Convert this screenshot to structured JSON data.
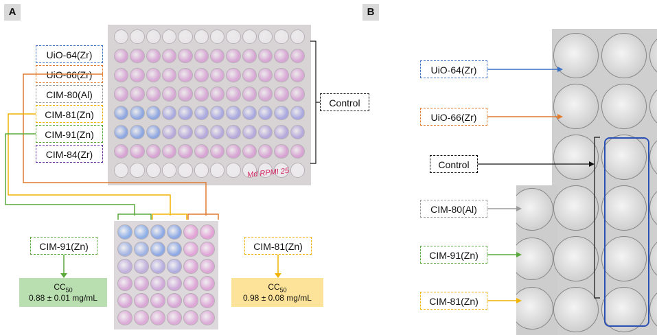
{
  "panel_a": {
    "letter": "A",
    "labels": [
      {
        "text": "UiO-64(Zr)",
        "color": "#3a6fc4"
      },
      {
        "text": "UiO-66(Zr)",
        "color": "#e07b2e"
      },
      {
        "text": "CIM-80(Al)",
        "color": "#9a9a9a"
      },
      {
        "text": "CIM-81(Zn)",
        "color": "#f0b400"
      },
      {
        "text": "CIM-91(Zn)",
        "color": "#5aa83c"
      },
      {
        "text": "CIM-84(Zr)",
        "color": "#6a2fa0"
      }
    ],
    "control": "Control",
    "plate_annotation": "Md RPMI 25",
    "cim91": {
      "label": "CIM-91(Zn)",
      "cc_label": "CC",
      "cc_sub": "50",
      "value": "0.88 ± 0.01 mg/mL",
      "color": "#5aa83c",
      "fill": "#b9deb0"
    },
    "cim81": {
      "label": "CIM-81(Zn)",
      "cc_label": "CC",
      "cc_sub": "50",
      "value": "0.98 ± 0.08 mg/mL",
      "color": "#f0b400",
      "fill": "#fde39a"
    }
  },
  "panel_b": {
    "letter": "B",
    "labels": [
      {
        "text": "UiO-64(Zr)",
        "color": "#3a6fc4"
      },
      {
        "text": "UiO-66(Zr)",
        "color": "#e07b2e"
      },
      {
        "text": "Control",
        "color": "#111111"
      },
      {
        "text": "CIM-80(Al)",
        "color": "#9a9a9a"
      },
      {
        "text": "CIM-91(Zn)",
        "color": "#5aa83c"
      },
      {
        "text": "CIM-81(Zn)",
        "color": "#f0b400"
      }
    ]
  }
}
